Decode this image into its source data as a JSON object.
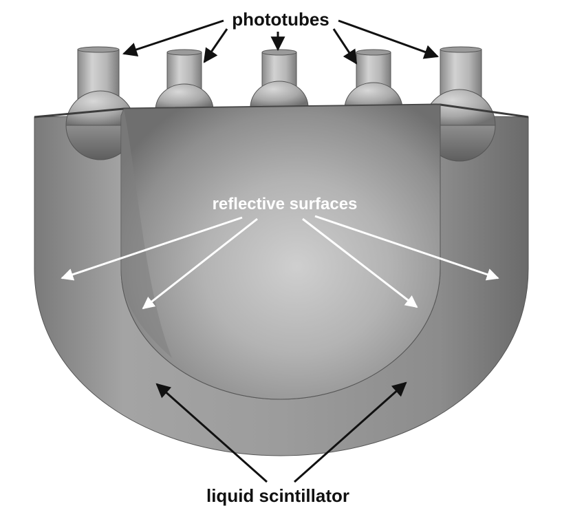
{
  "labels": {
    "top": "phototubes",
    "middle": "reflective surfaces",
    "bottom": "liquid scintillator"
  },
  "colors": {
    "background": "#ffffff",
    "surface_light": "#bdbdbd",
    "surface_mid": "#9a9a9a",
    "surface_dark": "#5c5c5c",
    "arrow_dark": "#111111",
    "arrow_light": "#ffffff"
  },
  "parts": {
    "phototube_count": 5
  }
}
